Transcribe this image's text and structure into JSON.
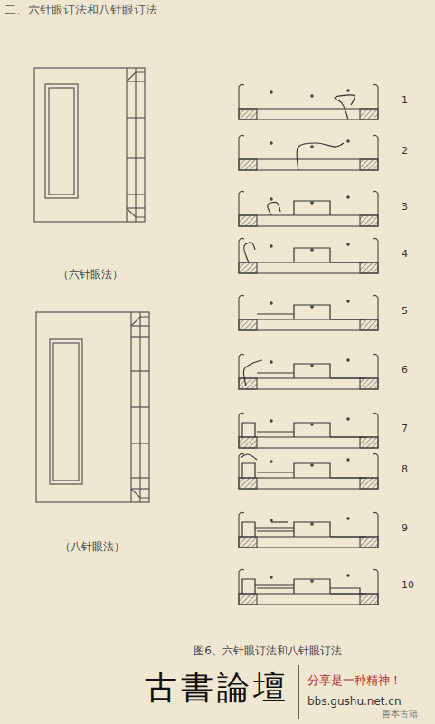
{
  "diagram": {
    "title": "二、六针眼订法和八针眼订法",
    "caption": "图6、六针眼订法和八针眼订法",
    "labels": [
      "（六针眼法）",
      "（八针眼法）",
      "1",
      "2",
      "3",
      "4",
      "5",
      "6",
      "7",
      "8",
      "9",
      "10",
      "古書論壇",
      "分享是一种精神！",
      "bbs.gushu.net.cn",
      "善本古籍"
    ]
  }
}
